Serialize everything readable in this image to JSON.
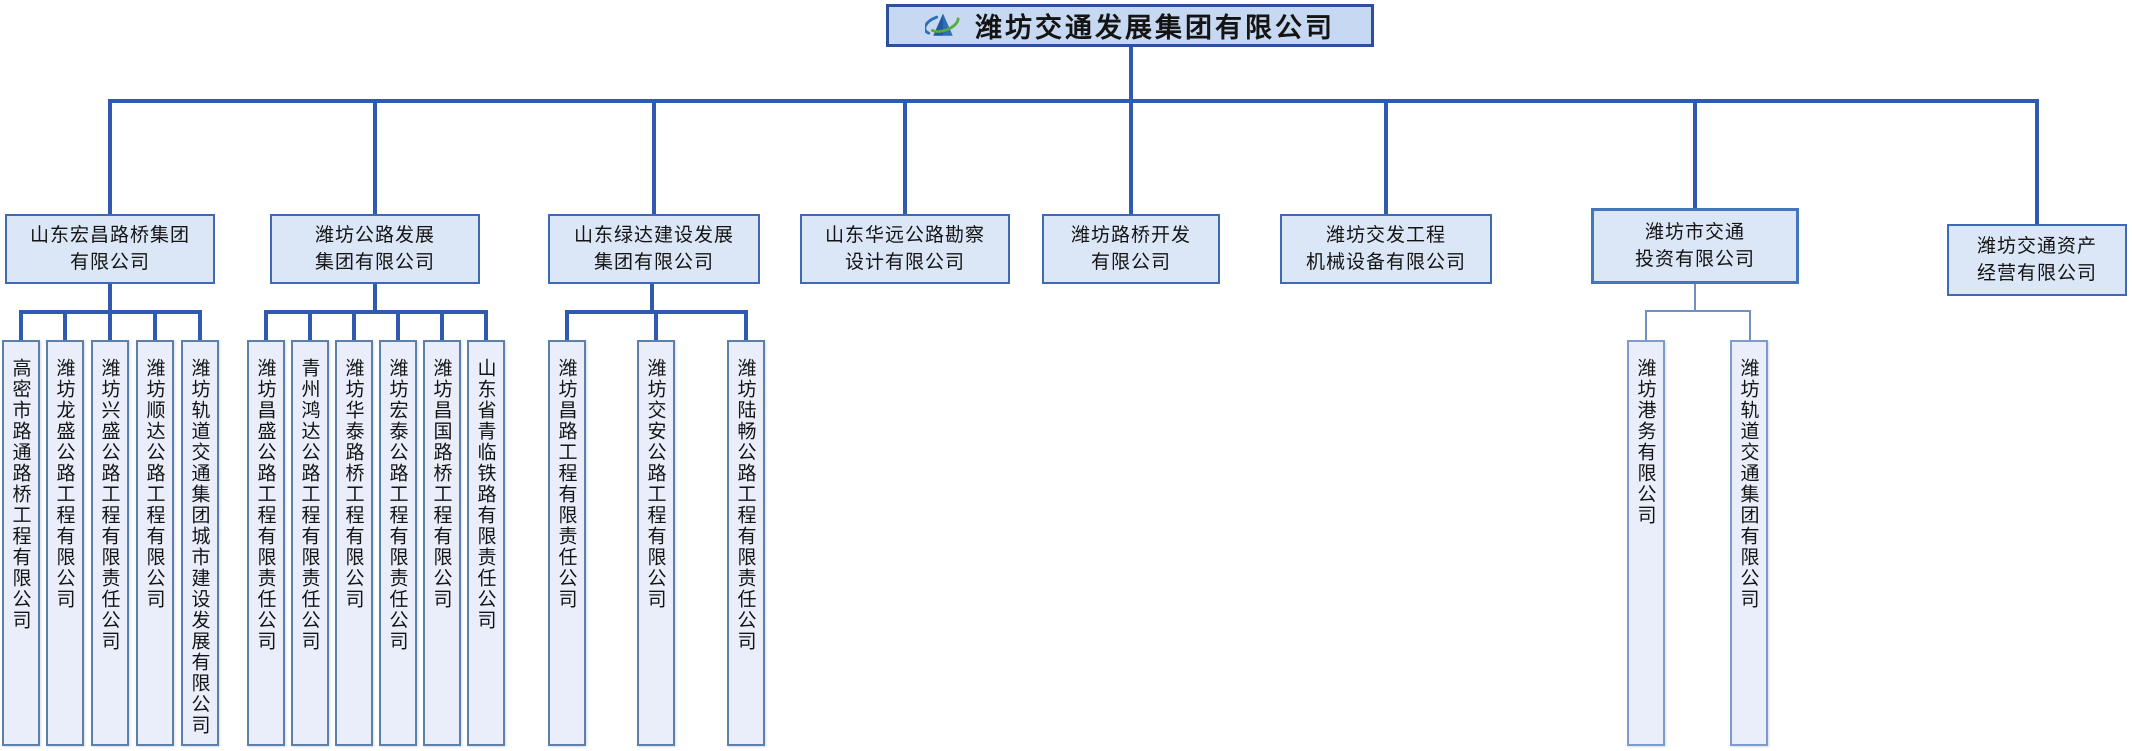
{
  "root": {
    "label": "潍坊交通发展集团有限公司",
    "logo": "sail-swoosh-logo"
  },
  "level2": [
    {
      "label": "山东宏昌路桥集团\n有限公司"
    },
    {
      "label": "潍坊公路发展\n集团有限公司"
    },
    {
      "label": "山东绿达建设发展\n集团有限公司"
    },
    {
      "label": "山东华远公路勘察\n设计有限公司"
    },
    {
      "label": "潍坊路桥开发\n有限公司"
    },
    {
      "label": "潍坊交发工程\n机械设备有限公司"
    },
    {
      "label": "潍坊市交通\n投资有限公司"
    },
    {
      "label": "潍坊交通资产\n经营有限公司"
    }
  ],
  "leaves": {
    "group1": [
      "高密市路通路桥工程有限公司",
      "潍坊龙盛公路工程有限公司",
      "潍坊兴盛公路工程有限责任公司",
      "潍坊顺达公路工程有限公司",
      "潍坊轨道交通集团城市建设发展有限公司"
    ],
    "group2": [
      "潍坊昌盛公路工程有限责任公司",
      "青州鸿达公路工程有限责任公司",
      "潍坊华泰路桥工程有限公司",
      "潍坊宏泰公路工程有限责任公司",
      "潍坊昌国路桥工程有限公司",
      "山东省青临铁路有限责任公司"
    ],
    "group3": [
      "潍坊昌路工程有限责任公司",
      "潍坊交安公路工程有限公司",
      "潍坊陆畅公路工程有限责任公司"
    ],
    "group7": [
      "潍坊港务有限公司",
      "潍坊轨道交通集团有限公司"
    ]
  },
  "colors": {
    "connector": "#2e5bb0",
    "connector_light": "#6f90c5",
    "root_fill": "#c7d8f2",
    "root_border": "#2c4f9e",
    "node_fill": "#dbe6f6",
    "node_border": "#3e69b4",
    "node_border_thick": "#4576bd",
    "leaf_fill": "#e9eefa",
    "leaf_border": "#5d80ab",
    "leaf_border_light": "#7e9cc9",
    "logo_blue": "#2f6fb5",
    "logo_green": "#57ab3f"
  }
}
